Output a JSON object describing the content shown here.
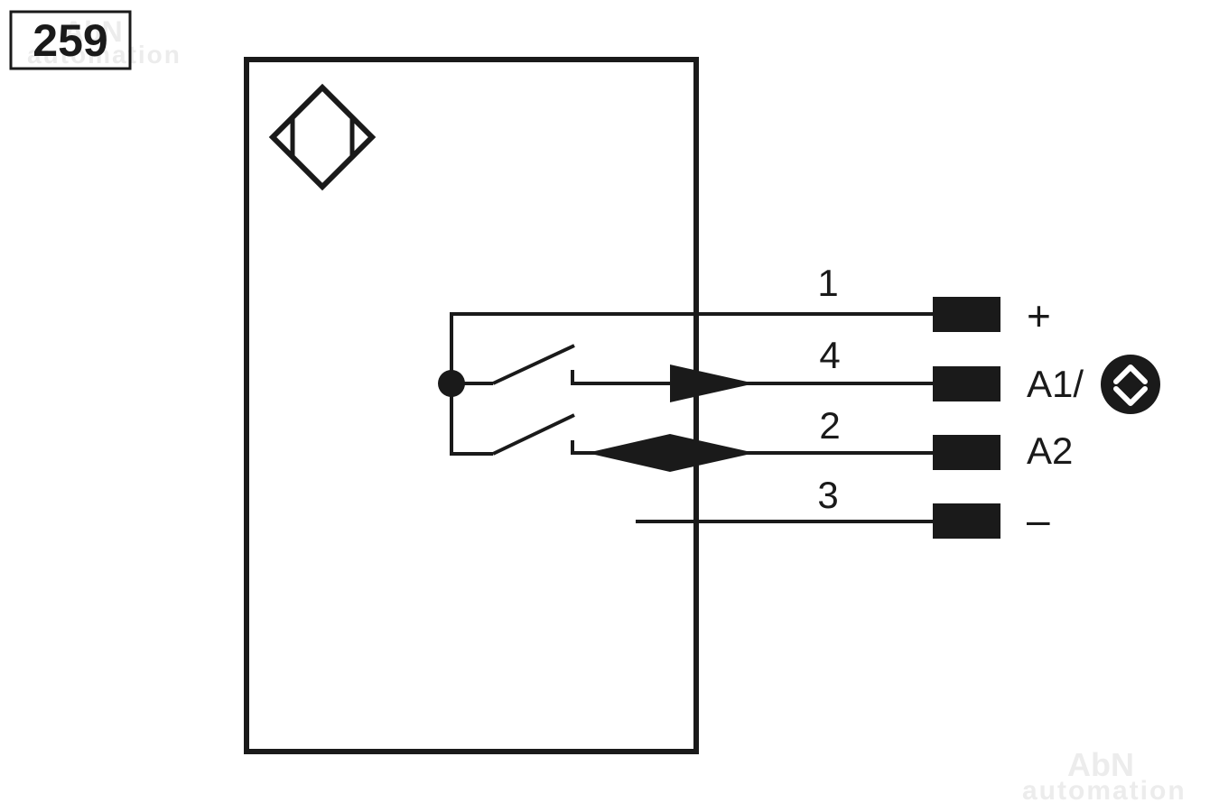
{
  "diagram_id": "259",
  "watermark": {
    "brand": "AbN",
    "word": "automation"
  },
  "pins": [
    {
      "number": "1",
      "signal": "+"
    },
    {
      "number": "4",
      "signal": "A1/"
    },
    {
      "number": "2",
      "signal": "A2"
    },
    {
      "number": "3",
      "signal": "–"
    }
  ],
  "colors": {
    "line": "#1a1a1a",
    "background": "#ffffff",
    "watermark": "#ececec"
  },
  "icons": {
    "sensor_symbol": "inductive-sensor-diamond-icon",
    "programmable_output": "programmable-output-icon"
  }
}
